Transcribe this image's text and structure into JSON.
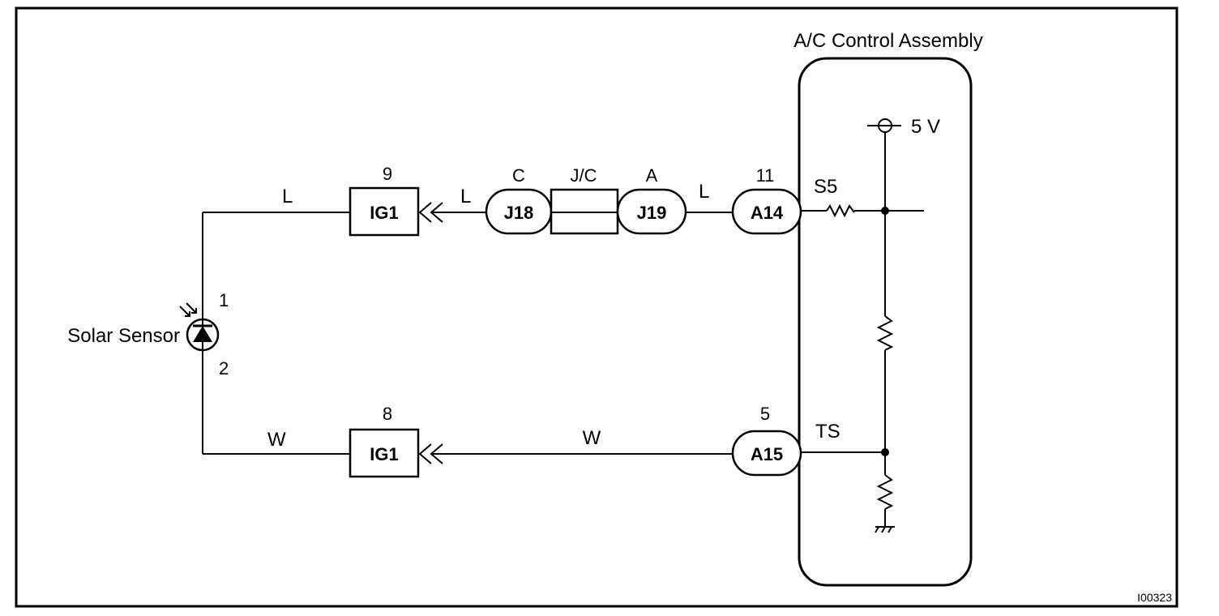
{
  "assembly_label": "A/C Control Assembly",
  "supply_label": "5 V",
  "sensor_label": "Solar Sensor",
  "sensor_pins": {
    "top": "1",
    "bottom": "2"
  },
  "wire_colors": {
    "top_left": "L",
    "top_mid": "L",
    "top_right": "L",
    "bottom_left": "W",
    "bottom_right": "W"
  },
  "connectors": {
    "ig1_top": {
      "label": "IG1",
      "pin": "9"
    },
    "ig1_bottom": {
      "label": "IG1",
      "pin": "8"
    },
    "j18": {
      "label": "J18",
      "pin": "C"
    },
    "jc": {
      "label": "J/C"
    },
    "j19": {
      "label": "J19",
      "pin": "A"
    },
    "a14": {
      "label": "A14",
      "pin": "11"
    },
    "a15": {
      "label": "A15",
      "pin": "5"
    }
  },
  "terminals": {
    "s5": "S5",
    "ts": "TS"
  },
  "figure_code": "I00323"
}
